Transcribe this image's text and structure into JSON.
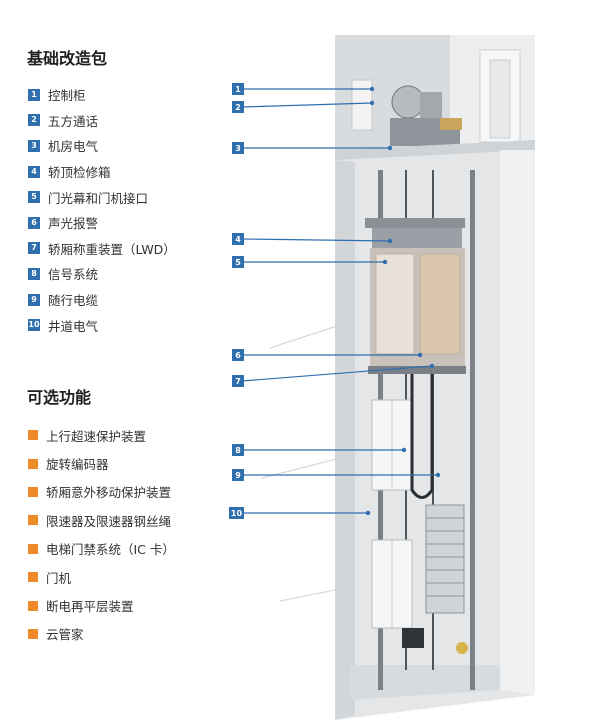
{
  "basic_package": {
    "title": "基础改造包",
    "items": [
      {
        "num": "1",
        "label": "控制柜"
      },
      {
        "num": "2",
        "label": "五方通话"
      },
      {
        "num": "3",
        "label": "机房电气"
      },
      {
        "num": "4",
        "label": "轿顶检修箱"
      },
      {
        "num": "5",
        "label": "门光幕和门机接口"
      },
      {
        "num": "6",
        "label": "声光报警"
      },
      {
        "num": "7",
        "label": "轿厢称重装置（LWD）"
      },
      {
        "num": "8",
        "label": "信号系统"
      },
      {
        "num": "9",
        "label": "随行电缆"
      },
      {
        "num": "10",
        "label": "井道电气"
      }
    ]
  },
  "optional_features": {
    "title": "可选功能",
    "items": [
      {
        "label": "上行超速保护装置"
      },
      {
        "label": "旋转编码器"
      },
      {
        "label": "轿厢意外移动保护装置"
      },
      {
        "label": "限速器及限速器钢丝绳"
      },
      {
        "label": "电梯门禁系统（IC 卡）"
      },
      {
        "label": "门机"
      },
      {
        "label": "断电再平层装置"
      },
      {
        "label": "云管家"
      }
    ]
  },
  "callouts": [
    "1",
    "2",
    "3",
    "4",
    "5",
    "6",
    "7",
    "8",
    "9",
    "10"
  ],
  "colors": {
    "accent_blue": "#2f6fae",
    "accent_orange": "#ee8a2a",
    "shaft_gray": "#e4e6e8"
  }
}
